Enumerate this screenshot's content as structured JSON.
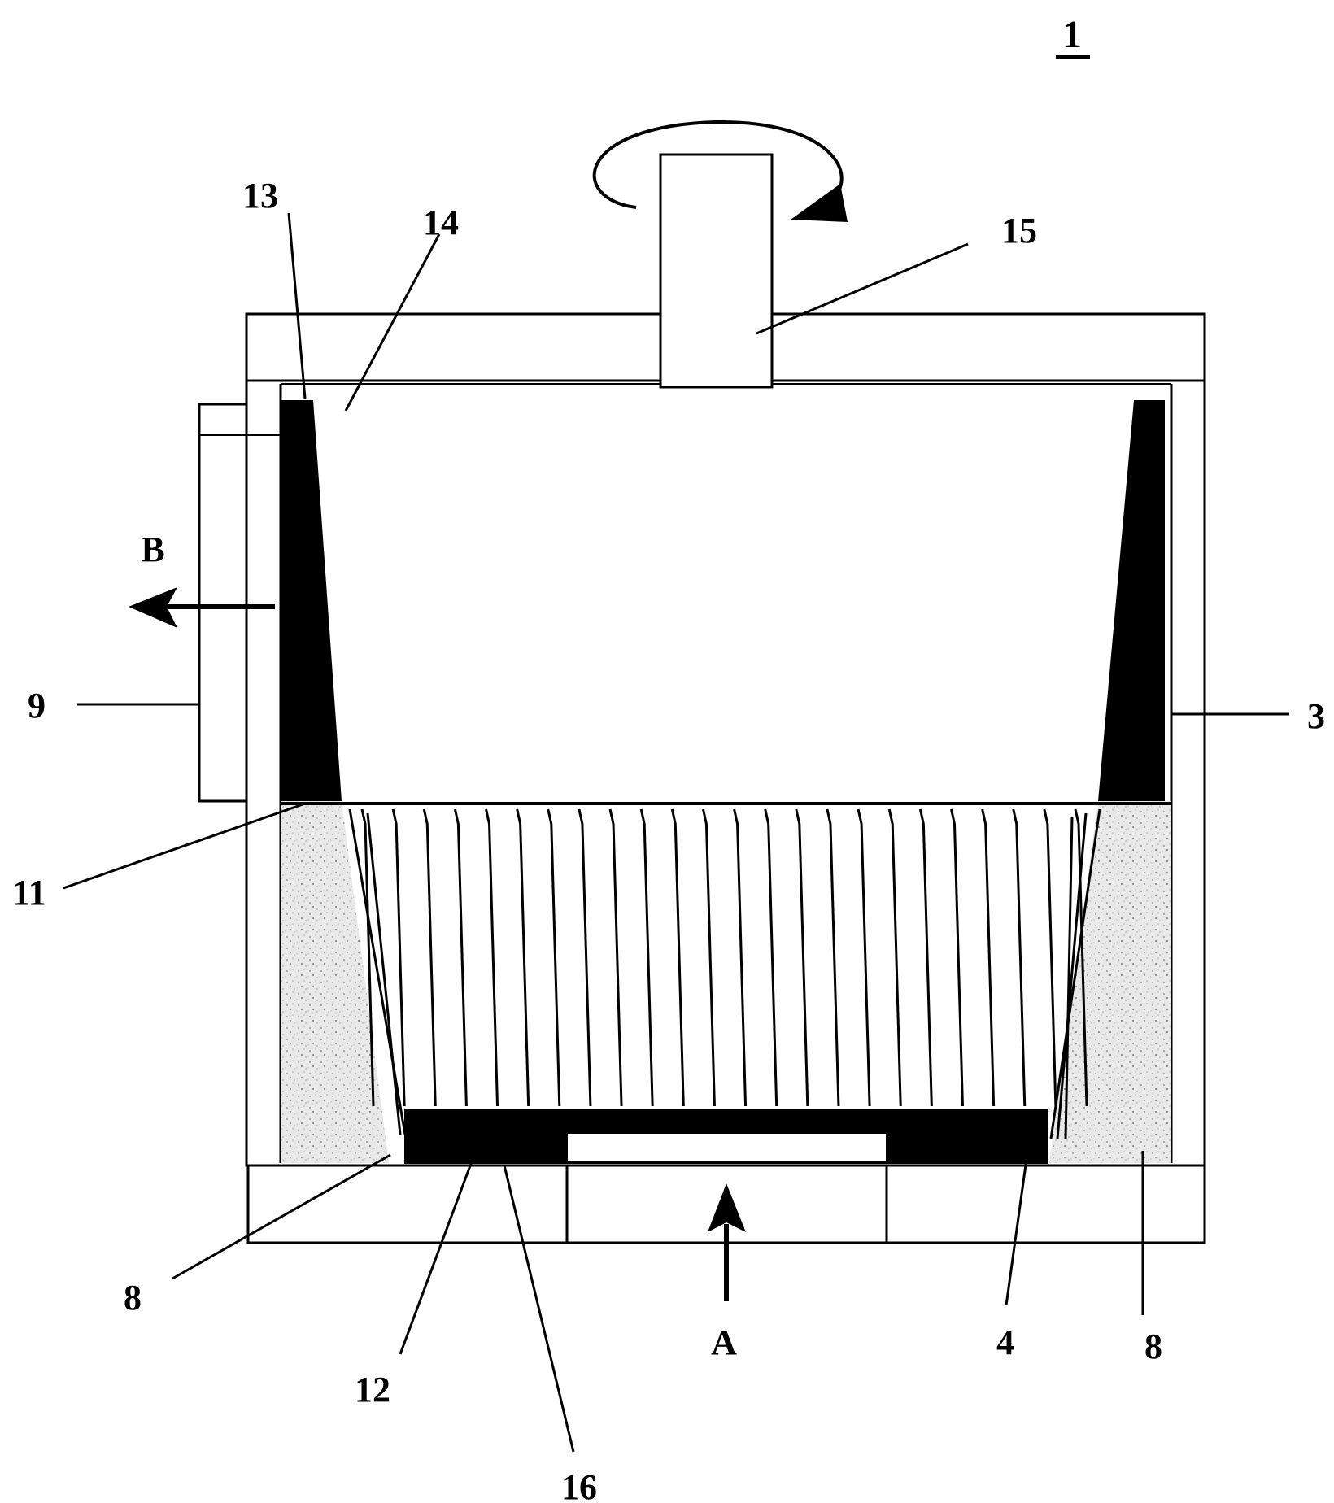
{
  "figure": {
    "number": "1"
  },
  "arrows": {
    "outlet": "B",
    "inlet": "A"
  },
  "labels": {
    "l13": "13",
    "l14": "14",
    "l15": "15",
    "l9": "9",
    "l3": "3",
    "l11": "11",
    "l8_left": "8",
    "l12": "12",
    "l16": "16",
    "l4": "4",
    "l8_right": "8"
  },
  "colors": {
    "ink": "#000000",
    "paper": "#ffffff",
    "filter_media": "#e6e6e6"
  }
}
